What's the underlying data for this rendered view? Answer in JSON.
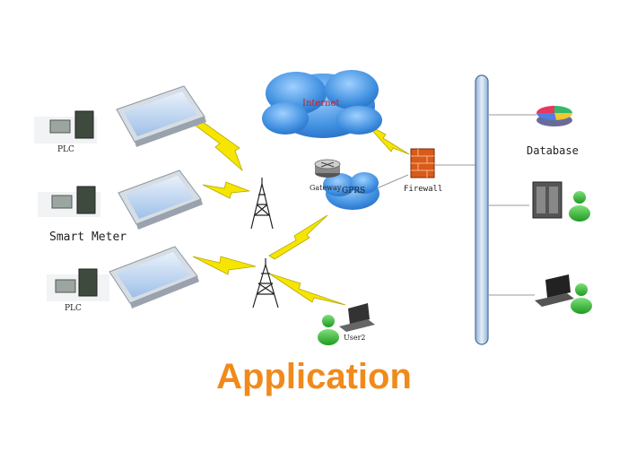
{
  "title": "Application",
  "labels": {
    "plc_top": "PLC",
    "smart_meter": "Smart Meter",
    "plc_bottom": "PLC",
    "internet": "Internet",
    "gateway": "Gateway",
    "gprs": "GPRS",
    "firewall": "Firewall",
    "database": "Database",
    "user2": "User2"
  },
  "colors": {
    "title": "#f08a1c",
    "bus": "#c9d9ee",
    "cloud": "#3f8fe0",
    "lightning": "#f5e500",
    "internet_text": "#d11a1a"
  }
}
